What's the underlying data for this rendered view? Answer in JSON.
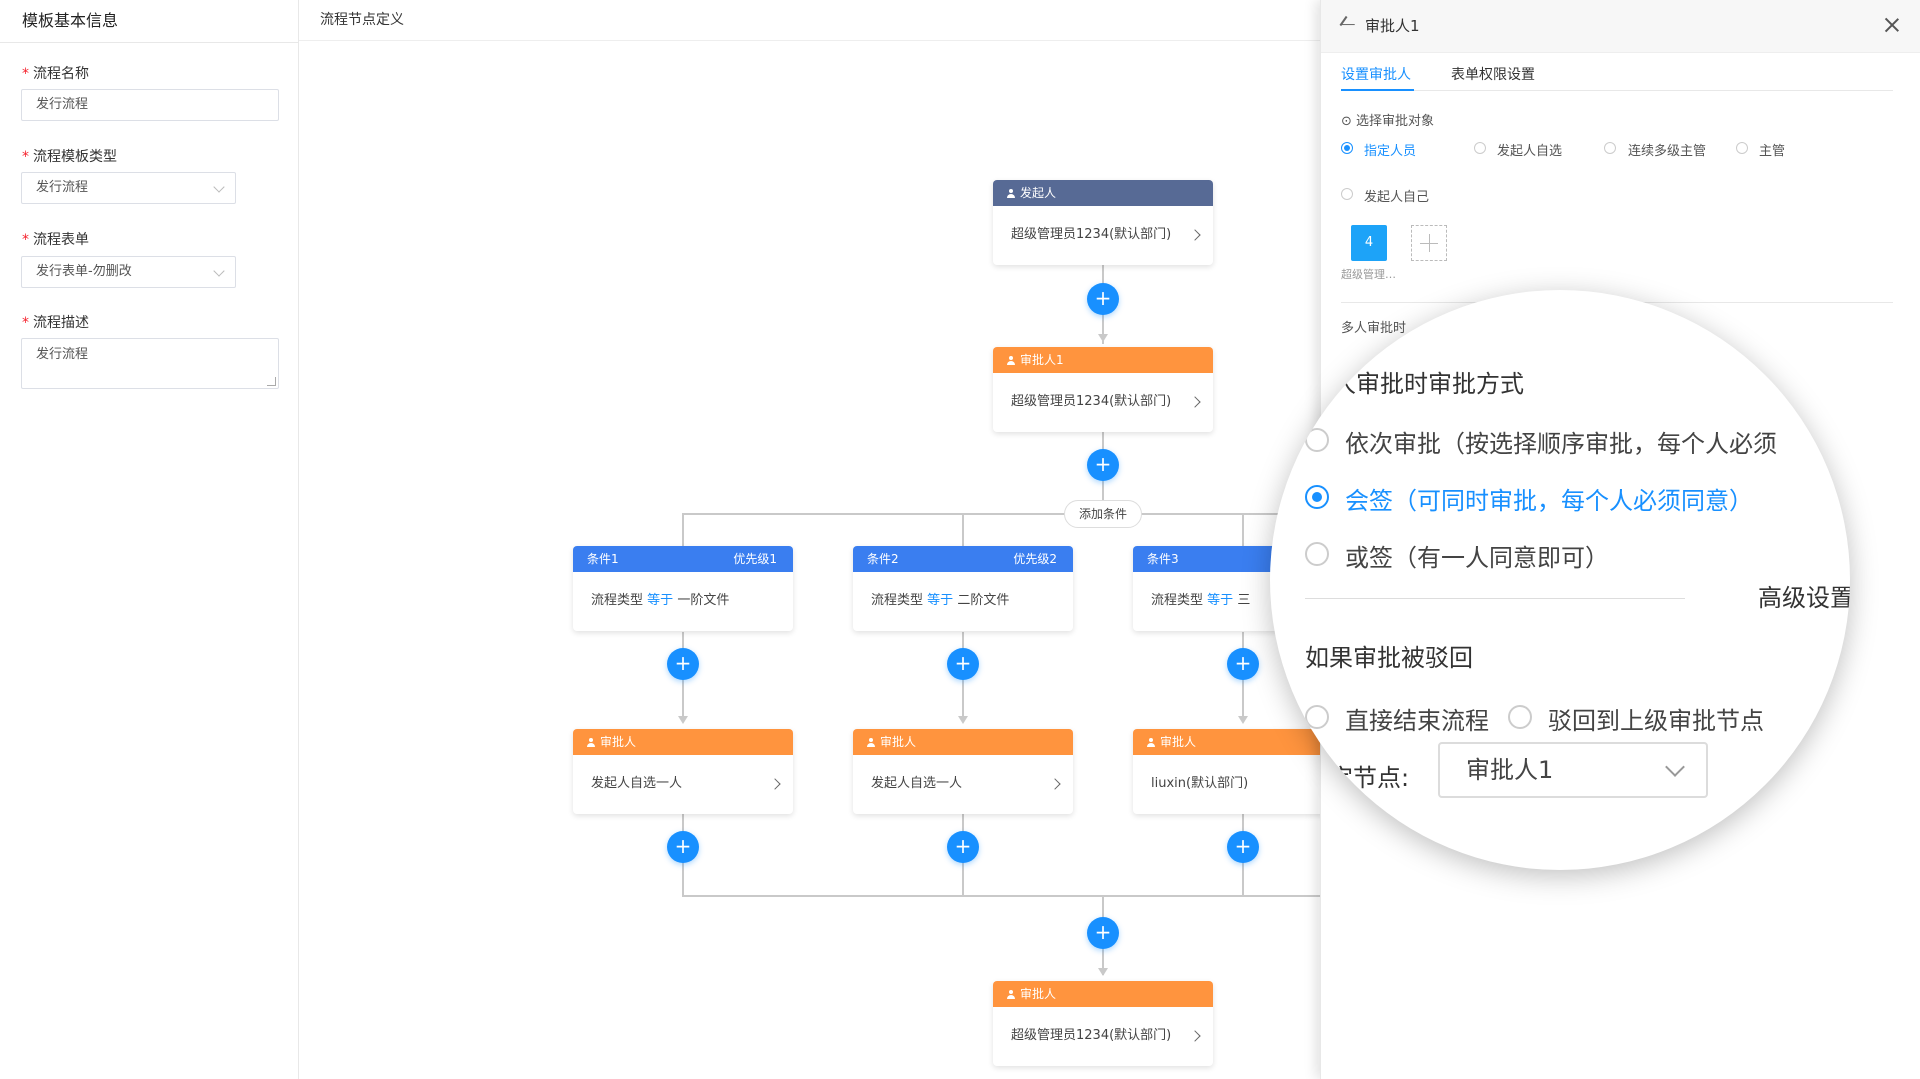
{
  "left_panel": {
    "title": "模板基本信息",
    "fields": [
      {
        "label": "流程名称",
        "value": "发行流程"
      },
      {
        "label": "流程模板类型",
        "value": "发行流程"
      },
      {
        "label": "流程表单",
        "value": "发行表单-勿删改"
      },
      {
        "label": "流程描述",
        "value": "发行流程"
      }
    ]
  },
  "canvas": {
    "title": "流程节点定义",
    "add_condition": "添加条件",
    "initiator": {
      "header": "发起人",
      "body": "超级管理员1234(默认部门)"
    },
    "approver1": {
      "header": "审批人1",
      "body": "超级管理员1234(默认部门)"
    },
    "conditions": [
      {
        "name": "条件1",
        "priority": "优先级1",
        "field": "流程类型",
        "op": "等于",
        "value": "一阶文件"
      },
      {
        "name": "条件2",
        "priority": "优先级2",
        "field": "流程类型",
        "op": "等于",
        "value": "二阶文件"
      },
      {
        "name": "条件3",
        "priority": "",
        "field": "流程类型",
        "op": "等于",
        "value": "三"
      }
    ],
    "branch_approvers": [
      {
        "header": "审批人",
        "body": "发起人自选一人"
      },
      {
        "header": "审批人",
        "body": "发起人自选一人"
      },
      {
        "header": "审批人",
        "body": "liuxin(默认部门)"
      }
    ],
    "final_approver": {
      "header": "审批人",
      "body": "超级管理员1234(默认部门)"
    },
    "add_symbol": "+"
  },
  "drawer": {
    "title": "审批人1",
    "tabs": [
      "设置审批人",
      "表单权限设置"
    ],
    "section_label": "⊙ 选择审批对象",
    "radio_options": [
      "指定人员",
      "发起人自选",
      "连续多级主管",
      "主管",
      "发起人自己"
    ],
    "selected_option": "指定人员",
    "avatar_text": "4",
    "avatar_name": "超级管理…",
    "multi_label": "多人审批时"
  },
  "magnifier": {
    "heading": "人审批时审批方式",
    "modes": [
      {
        "text": "依次审批（按选择顺序审批，每个人必须",
        "selected": false
      },
      {
        "text": "会签（可同时审批，每个人必须同意）",
        "selected": true
      },
      {
        "text": "或签（有一人同意即可）",
        "selected": false
      }
    ],
    "advanced": "高级设置",
    "reject_heading": "如果审批被驳回",
    "reject_options": [
      "直接结束流程",
      "驳回到上级审批节点"
    ],
    "node_label": "指定节点:",
    "node_value": "审批人1",
    "partial_label": "件"
  },
  "colors": {
    "primary": "#1890ff",
    "initiator": "#576a95",
    "approver": "#ff943e",
    "condition": "#3a7ef0"
  }
}
